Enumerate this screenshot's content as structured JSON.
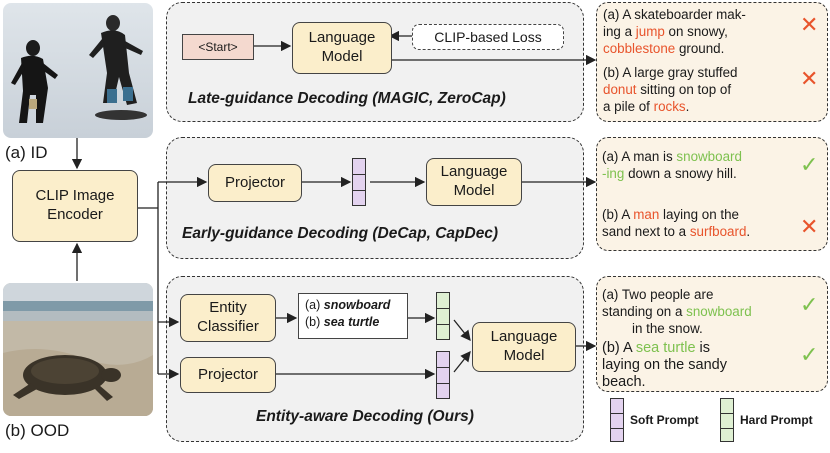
{
  "images": {
    "id_label": "(a) ID",
    "ood_label": "(b) OOD"
  },
  "encoder": {
    "label": "CLIP Image Encoder"
  },
  "late": {
    "title": "Late-guidance Decoding (MAGIC, ZeroCap)",
    "start": "<Start>",
    "lm": "Language Model",
    "loss": "CLIP-based Loss",
    "out_a": [
      "(a) A skateboarder mak-",
      "ing a ",
      "jump",
      " on snowy, ",
      "cobblestone",
      " ground."
    ],
    "out_b": [
      "(b) A large gray stuffed ",
      "donut",
      " sitting on top of",
      " a pile of ",
      "rocks",
      "."
    ]
  },
  "early": {
    "title": "Early-guidance Decoding (DeCap, CapDec)",
    "projector": "Projector",
    "lm": "Language Model",
    "out_a": [
      "(a)  A man is ",
      "snowboard",
      "-ing",
      " down a snowy hill."
    ],
    "out_b": [
      "(b)  A ",
      "man",
      " laying on the",
      "sand next to a ",
      "surfboard",
      "."
    ]
  },
  "entity": {
    "title": "Entity-aware Decoding (Ours)",
    "classifier": "Entity Classifier",
    "projector": "Projector",
    "lm": "Language Model",
    "entity_a_prefix": "(a) ",
    "entity_a": "snowboard",
    "entity_b_prefix": "(b) ",
    "entity_b": "sea turtle",
    "out_a": [
      "(a)  Two people are",
      "standing on a ",
      "snowboard",
      "in the snow."
    ],
    "out_b": [
      "(b)  A ",
      "sea  turtle",
      "  is",
      "laying  on  the  sandy",
      "beach."
    ]
  },
  "legend": {
    "soft": "Soft Prompt",
    "hard": "Hard Prompt"
  },
  "marks": {
    "cross": "✕",
    "check": "✓"
  },
  "colors": {
    "yellow_box": "#fbeecb",
    "panel": "#f1f1f1",
    "output_panel": "#fbf3e6",
    "soft_prompt": "#e3d3ef",
    "hard_prompt": "#dff0d3",
    "error_word": "#e8542c",
    "correct_word": "#7ec14f"
  }
}
